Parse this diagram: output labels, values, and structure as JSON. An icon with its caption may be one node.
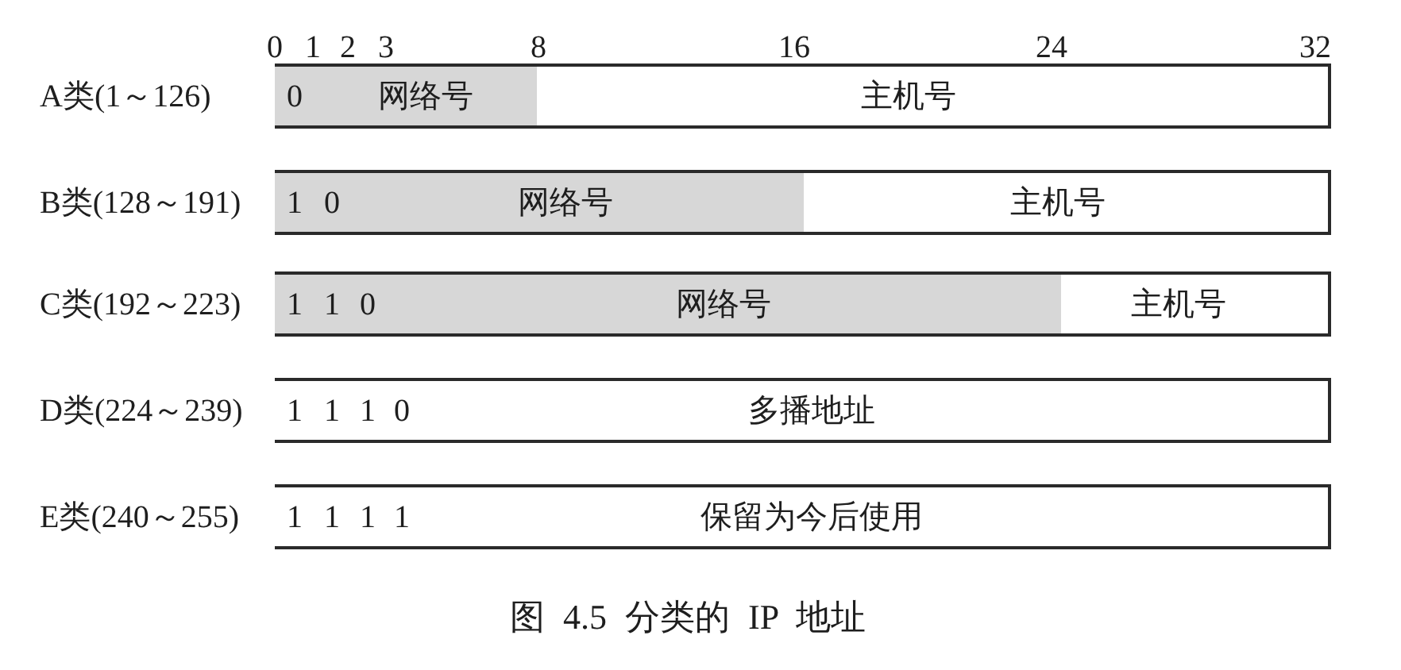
{
  "diagram": {
    "caption": "图 4.5 分类的 IP 地址",
    "nodes": [
      {
        "text": [
          "A类(1～126)"
        ]
      },
      {
        "text": [
          "0"
        ],
        "in": 0
      },
      {
        "text": [
          "网络号"
        ],
        "in": 0
      },
      {
        "text": [
          "主机号"
        ],
        "in": 0
      },
      {
        "text": [
          "B类(128～191)"
        ]
      },
      {
        "text": [
          "1"
        ],
        "in": 4
      },
      {
        "text": [
          "0"
        ],
        "in": 4
      },
      {
        "text": [
          "网络号"
        ],
        "in": 4
      },
      {
        "text": [
          "主机号"
        ],
        "in": 4
      },
      {
        "text": [
          "C类(192～223)"
        ]
      },
      {
        "text": [
          "1"
        ],
        "in": 9
      },
      {
        "text": [
          "1"
        ],
        "in": 9
      },
      {
        "text": [
          "0"
        ],
        "in": 9
      },
      {
        "text": [
          "网络号"
        ],
        "in": 9
      },
      {
        "text": [
          "主机号"
        ],
        "in": 9
      },
      {
        "text": [
          "D类(224～239)"
        ]
      },
      {
        "text": [
          "1"
        ],
        "in": 15
      },
      {
        "text": [
          "1"
        ],
        "in": 15
      },
      {
        "text": [
          "1"
        ],
        "in": 15
      },
      {
        "text": [
          "0"
        ],
        "in": 15
      },
      {
        "text": [
          "多播地址"
        ],
        "in": 15
      },
      {
        "text": [
          "E类(240～255)"
        ]
      },
      {
        "text": [
          "1"
        ],
        "in": 21
      },
      {
        "text": [
          "1"
        ],
        "in": 21
      },
      {
        "text": [
          "1"
        ],
        "in": 21
      },
      {
        "text": [
          "1"
        ],
        "in": 21
      },
      {
        "text": [
          "保留为今后使用"
        ],
        "in": 21
      }
    ],
    "labels": [
      "0",
      "1",
      "2",
      "3",
      "8",
      "16",
      "24",
      "32"
    ]
  }
}
